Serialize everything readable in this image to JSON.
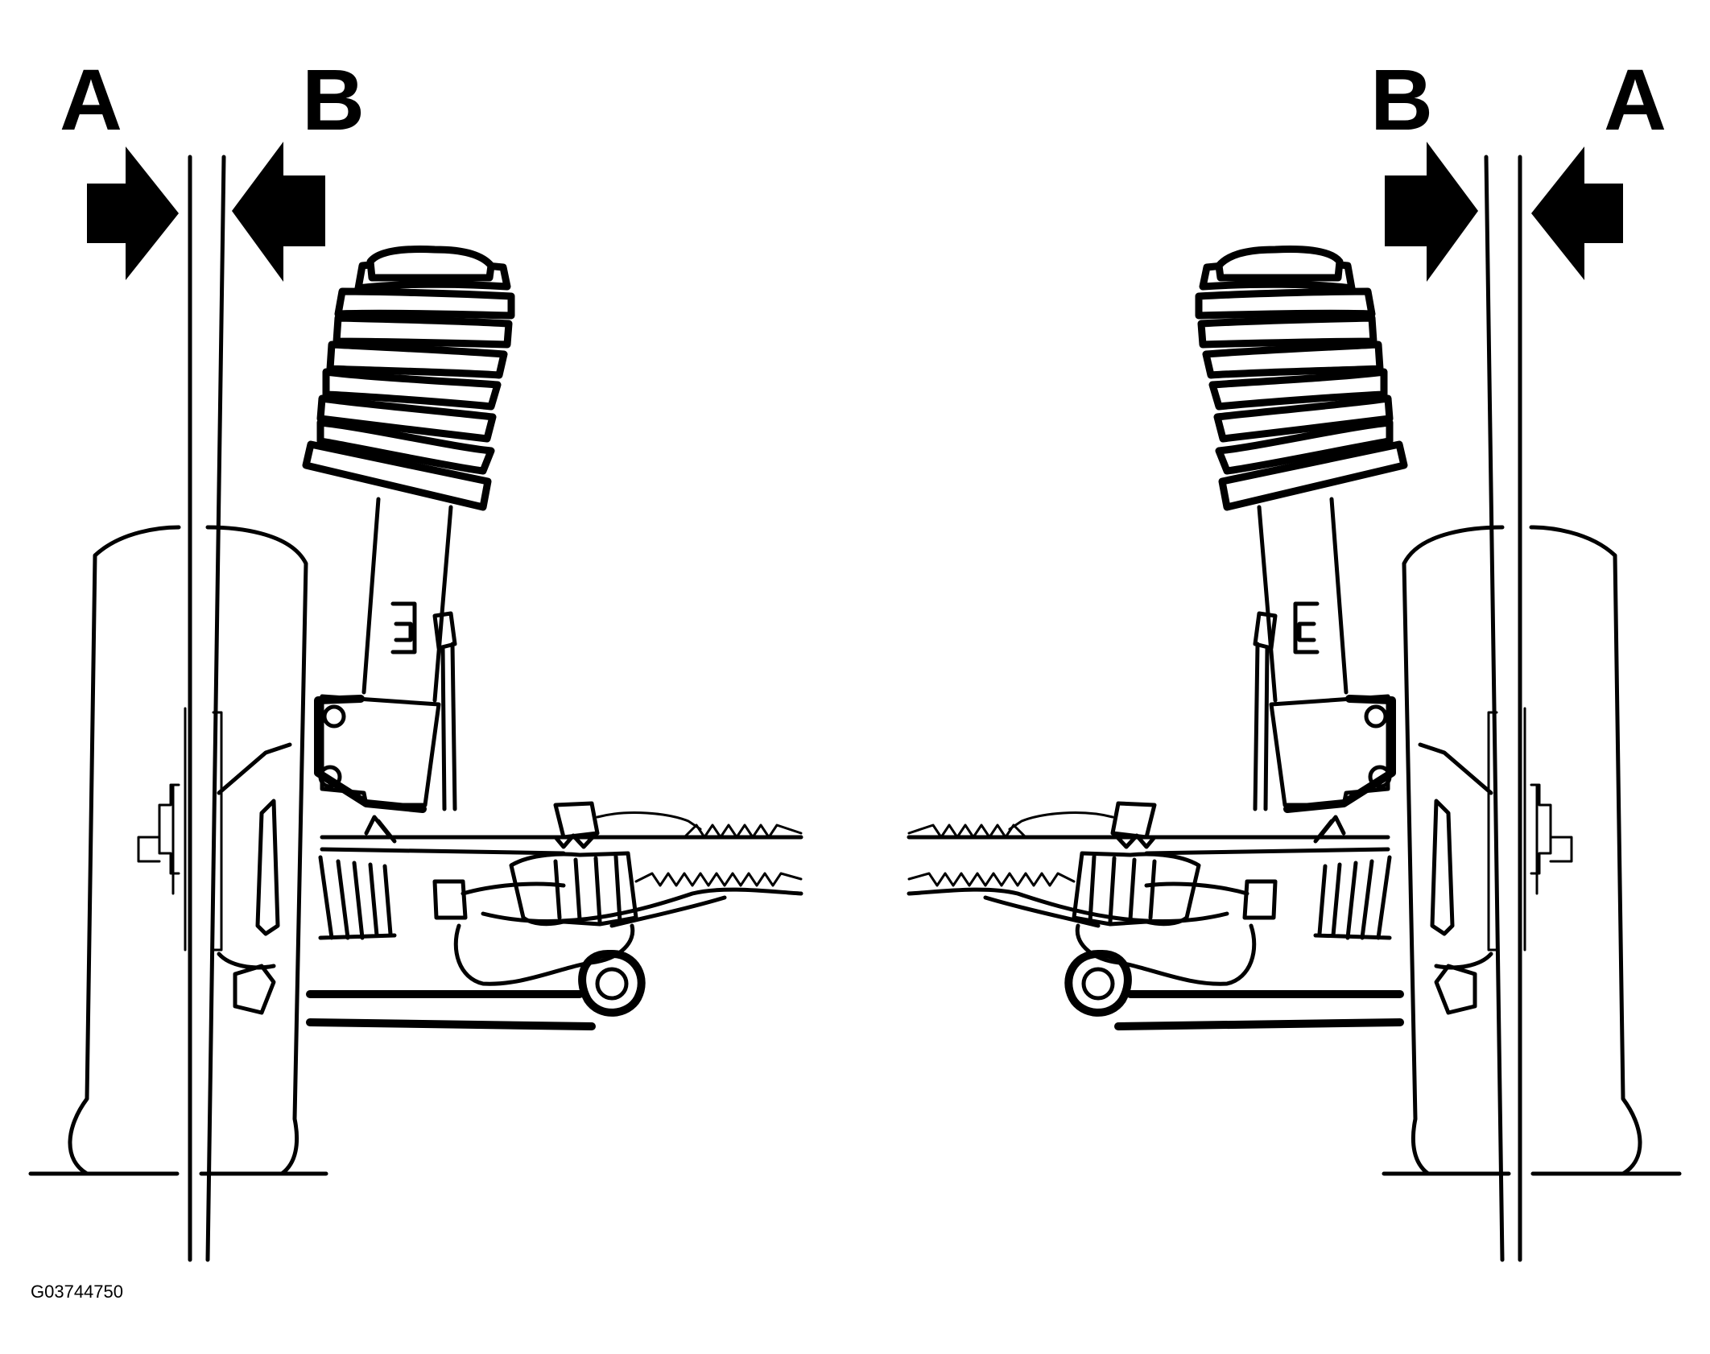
{
  "labels": {
    "left_a": "A",
    "left_b": "B",
    "right_b": "B",
    "right_a": "A"
  },
  "figure_id": "G03744750",
  "colors": {
    "ink": "#000000",
    "paper": "#ffffff"
  }
}
